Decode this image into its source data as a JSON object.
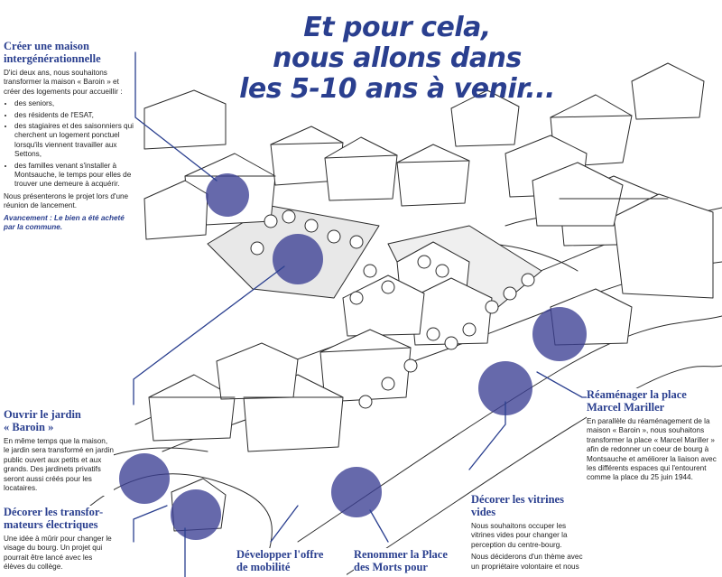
{
  "headline": [
    "Et pour cela,",
    "nous allons dans",
    "les 5-10 ans à venir..."
  ],
  "colors": {
    "accent": "#2a3f8f",
    "circle": "#3b3f93",
    "ink": "#2b2b2b"
  },
  "blocks": {
    "maison": {
      "title": [
        "Créer une maison",
        "intergénérationnelle"
      ],
      "intro": "D'ici deux ans, nous souhaitons transformer la maison « Baroin » et créer des logements pour accueillir :",
      "items": [
        "des seniors,",
        "des résidents de l'ESAT,",
        "des stagiaires et des saisonniers qui cherchent un logement ponctuel lorsqu'ils viennent travailler aux Settons,",
        "des familles venant s'installer à Montsauche, le temps pour elles de trouver une demeure à acquérir."
      ],
      "outro": "Nous présenterons le projet lors d'une réunion de lancement.",
      "avancement": "Avancement : Le bien a été acheté par la commune."
    },
    "jardin": {
      "title": [
        "Ouvrir le jardin",
        "« Baroin »"
      ],
      "body": "En même temps que la maison, le jardin sera transformé en jardin public ouvert aux petits et aux grands. Des jardinets privatifs seront aussi créés pour les locataires."
    },
    "transfo": {
      "title": [
        "Décorer les transfor-",
        "mateurs électriques"
      ],
      "body": "Une idée à mûrir pour changer le visage du bourg. Un projet qui pourrait être lancé avec les élèves du collège."
    },
    "mobilite": {
      "title": [
        "Développer l'offre",
        "de mobilité"
      ]
    },
    "renommer": {
      "title": [
        "Renommer la Place",
        "des Morts pour"
      ]
    },
    "vitrines": {
      "title": [
        "Décorer les vitrines",
        "vides"
      ],
      "body1": "Nous souhaitons occuper les vitrines vides pour changer la perception du centre-bourg.",
      "body2": "Nous déciderons d'un thème avec un propriétaire volontaire et nous"
    },
    "place": {
      "title": [
        "Réaménager la place",
        "Marcel Mariller"
      ],
      "body": "En parallèle du réaménagement de la maison « Baroin », nous souhaitons transformer la place « Marcel Mariller » afin de redonner un coeur de bourg à Montsauche et améliorer la liaison avec les différents espaces qui l'entourent comme la place du 25 juin 1944."
    }
  }
}
